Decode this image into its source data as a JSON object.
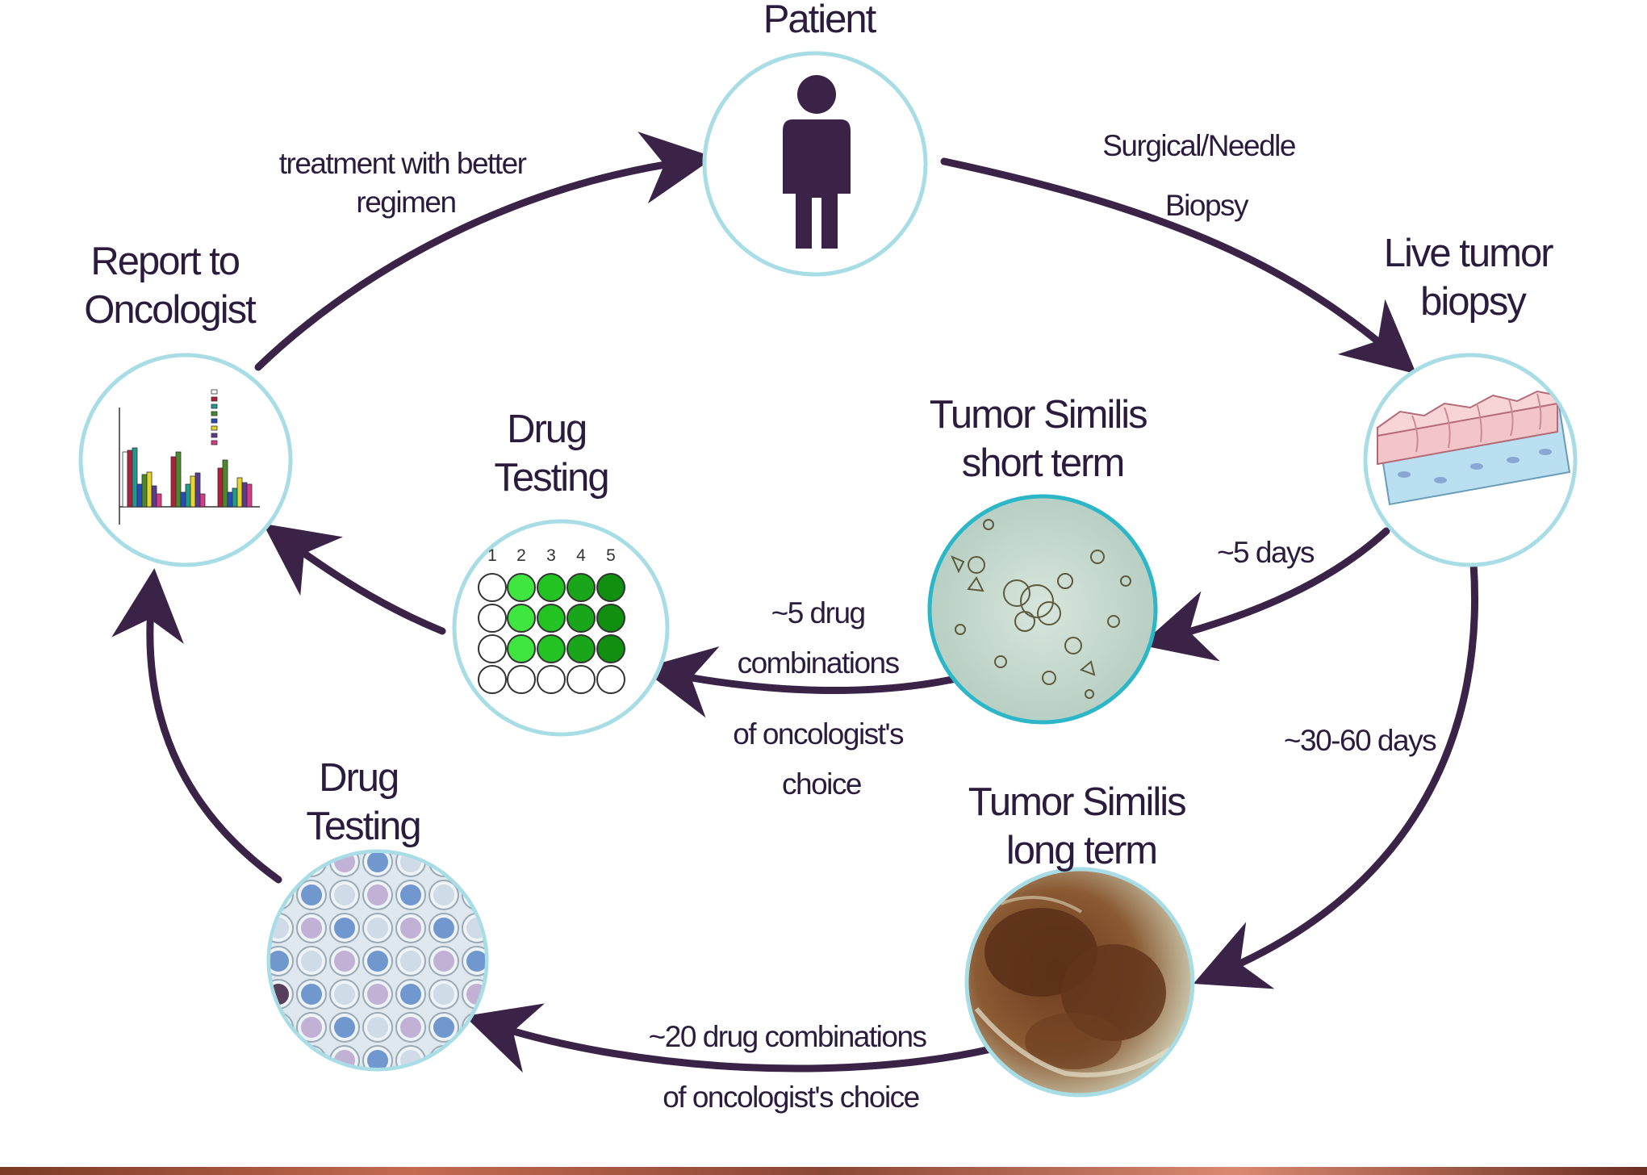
{
  "nodes": {
    "patient": {
      "lines": [
        "Patient"
      ]
    },
    "live_biopsy": {
      "lines": [
        "Live tumor",
        "biopsy"
      ]
    },
    "short_term": {
      "lines": [
        "Tumor Similis",
        "short term"
      ]
    },
    "long_term": {
      "lines": [
        "Tumor Similis",
        "long term"
      ]
    },
    "drug_testing_plate": {
      "lines": [
        "Drug",
        "Testing"
      ],
      "well_columns": [
        "1",
        "2",
        "3",
        "4",
        "5"
      ]
    },
    "drug_testing_photo": {
      "lines": [
        "Drug",
        "Testing"
      ]
    },
    "report": {
      "lines": [
        "Report to",
        "Oncologist"
      ]
    }
  },
  "edges": {
    "biopsy": {
      "lines": [
        "Surgical/Needle",
        "Biopsy"
      ]
    },
    "treatment": {
      "lines": [
        "treatment with better",
        "regimen"
      ]
    },
    "five_days": {
      "lines": [
        "~5 days"
      ]
    },
    "thirty_sixty_days": {
      "lines": [
        "~30-60 days"
      ]
    },
    "five_drug": {
      "lines": [
        "~5 drug",
        "combinations",
        "of oncologist's",
        "choice"
      ]
    },
    "twenty_drug": {
      "lines": [
        "~20 drug combinations",
        "of oncologist's choice"
      ]
    }
  },
  "colors": {
    "ink": "#3a2347",
    "ring": "#a8dde6",
    "well_green_light": "#3fe63f",
    "well_green_mid": "#22c322",
    "well_green_dark": "#118f11"
  }
}
